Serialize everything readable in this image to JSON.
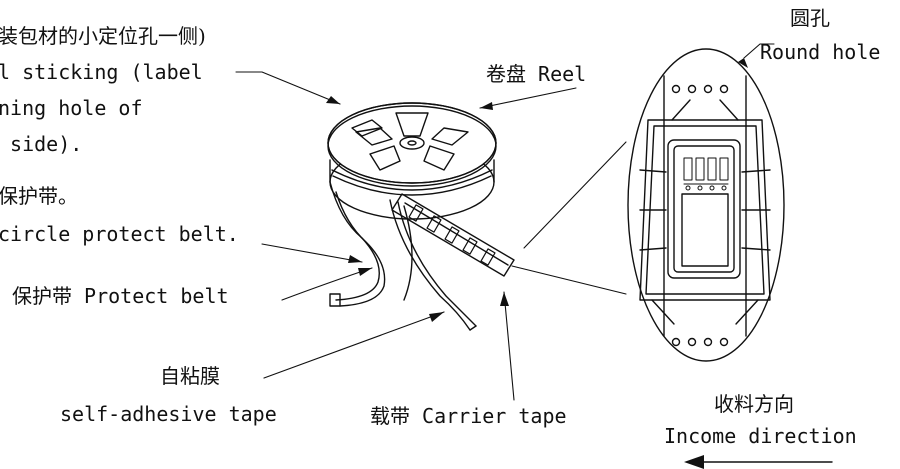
{
  "labels": {
    "sticking_zh": "装包材的小定位孔一侧)",
    "sticking_en_1": "l sticking (label",
    "sticking_en_2": "ning hole of",
    "sticking_en_3": " side).",
    "circle_zh": "保护带。",
    "circle_en": "circle protect belt.",
    "protect_belt": "保护带 Protect belt",
    "self_adhesive_zh": "自粘膜",
    "self_adhesive_en": "self-adhesive tape",
    "reel": "卷盘 Reel",
    "carrier_tape": "载带 Carrier tape",
    "round_hole_zh": "圆孔",
    "round_hole_en": "Round hole",
    "income_zh": "收料方向",
    "income_en": "Income direction"
  },
  "icons": [
    "reel-icon",
    "carrier-tape-detail-icon",
    "direction-arrow-icon"
  ],
  "colors": {
    "ink": "#111111",
    "background": "#ffffff"
  }
}
